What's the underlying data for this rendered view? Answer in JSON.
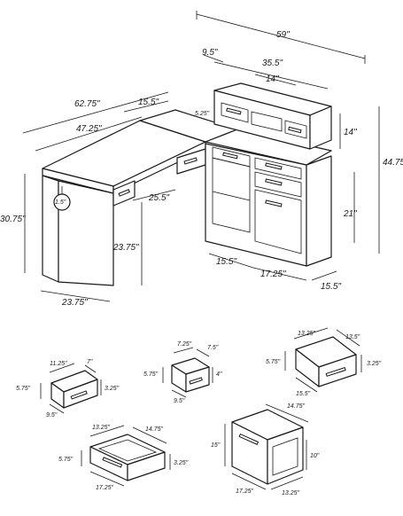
{
  "main_desk": {
    "dims": {
      "width_total": "59\"",
      "hutch_side": "9.5\"",
      "hutch_width": "35.5\"",
      "hutch_cubby": "14\"",
      "hutch_drawer_h": "5.25\"",
      "hutch_h": "14\"",
      "total_h": "44.75\"",
      "return_len": "62.75\"",
      "desk_len": "47.25\"",
      "corner_depth": "15.5\"",
      "grommet": "1.5\"",
      "desk_h": "30.75\"",
      "knee_w": "25.5\"",
      "knee_depth": "23.75\"",
      "side_depth": "23.75\"",
      "cabinet_h": "21\"",
      "bottom_left": "15.5\"",
      "bottom_mid": "17.25\"",
      "bottom_right": "15.5\""
    }
  },
  "drawers": [
    {
      "id": "d1",
      "w": "11.25\"",
      "d": "7\"",
      "h": "5.75\"",
      "h2": "3.25\"",
      "front": "9.5\""
    },
    {
      "id": "d2",
      "w": "7.25\"",
      "d": "7.5\"",
      "h": "5.75\"",
      "h2": "4\"",
      "front": "9.5\""
    },
    {
      "id": "d3",
      "w": "13.25\"",
      "d": "13.5\"",
      "h": "5.75\"",
      "h2": "3.25\"",
      "front": "15.5\""
    },
    {
      "id": "d4",
      "w": "13.25\"",
      "d": "14.75\"",
      "h": "5.75\"",
      "h2": "3.25\"",
      "front": "17.25\""
    },
    {
      "id": "d5",
      "w": "14.75\"",
      "d": "13.25\"",
      "h": "15\"",
      "h2": "10\"",
      "front": "17.25\""
    }
  ]
}
